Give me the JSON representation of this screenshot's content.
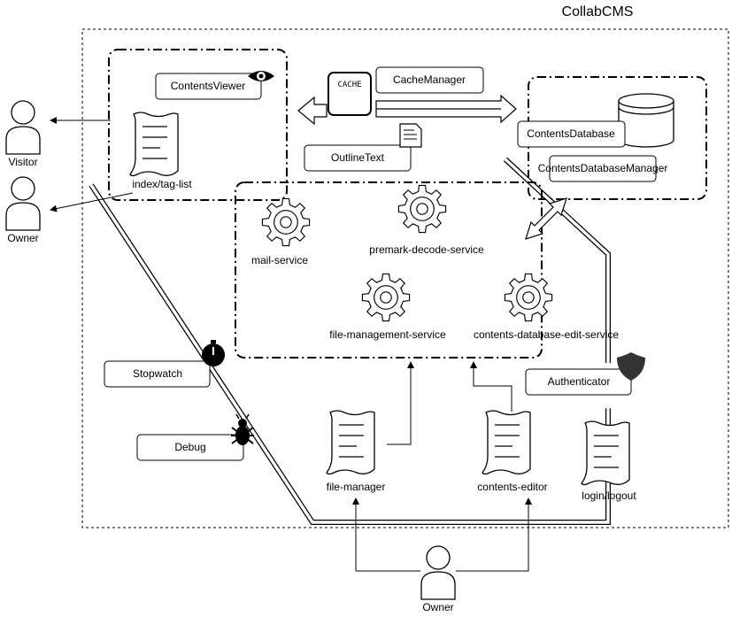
{
  "title": "CollabCMS",
  "actors": {
    "visitor": "Visitor",
    "owner_left": "Owner",
    "owner_bottom": "Owner"
  },
  "components": {
    "contents_viewer": "ContentsViewer",
    "cache_manager": "CacheManager",
    "cache_icon": "CACHE",
    "outline_text": "OutlineText",
    "contents_database": "ContentsDatabase",
    "contents_database_manager": "ContentsDatabaseManager",
    "stopwatch": "Stopwatch",
    "debug": "Debug",
    "authenticator": "Authenticator"
  },
  "documents": {
    "index_tag_list": "index/tag-list",
    "file_manager": "file-manager",
    "contents_editor": "contents-editor",
    "login_logout": "login/logout"
  },
  "services": {
    "mail": "mail-service",
    "premark": "premark-decode-service",
    "file_management": "file-management-service",
    "contents_database_edit": "contents-database-edit-service"
  },
  "icons": [
    "eye-icon",
    "document-icon",
    "database-icon",
    "gear-icon",
    "stopwatch-icon",
    "bug-icon",
    "shield-icon",
    "person-icon",
    "scroll-icon"
  ]
}
